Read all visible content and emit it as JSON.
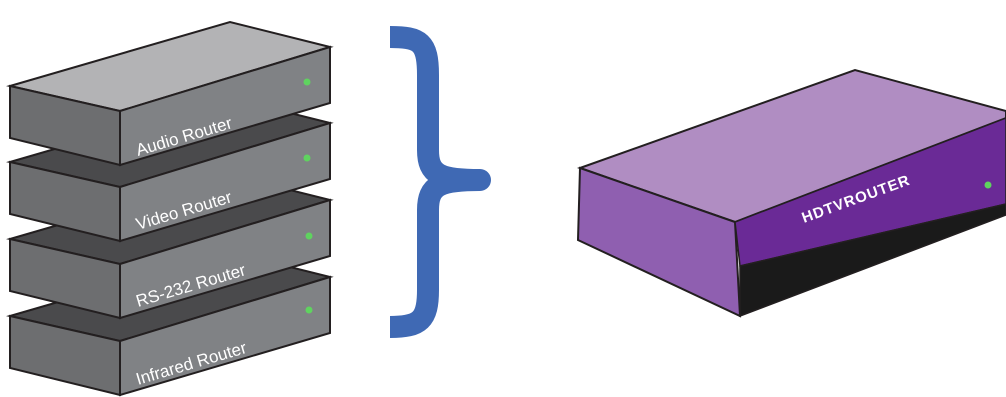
{
  "devices": [
    {
      "label": "Audio Router",
      "led_color": "#5fd35f"
    },
    {
      "label": "Video Router",
      "led_color": "#5fd35f"
    },
    {
      "label": "RS-232 Router",
      "led_color": "#5fd35f"
    },
    {
      "label": "Infrared Router",
      "led_color": "#5fd35f"
    }
  ],
  "combined_device": {
    "label": "HDTVROUTER",
    "led_color": "#5fd35f",
    "colors": {
      "top": "#b08dc2",
      "left_side": "#8f5fb0",
      "front": "#6a2a96",
      "base": "#1a1a1a"
    }
  },
  "brace_color": "#3f69b4",
  "stack_colors": {
    "top_light": "#b3b3b5",
    "top_dark": "#4a4a4c",
    "left_side": "#6d6e70",
    "front": "#808285",
    "outline": "#231f20"
  }
}
